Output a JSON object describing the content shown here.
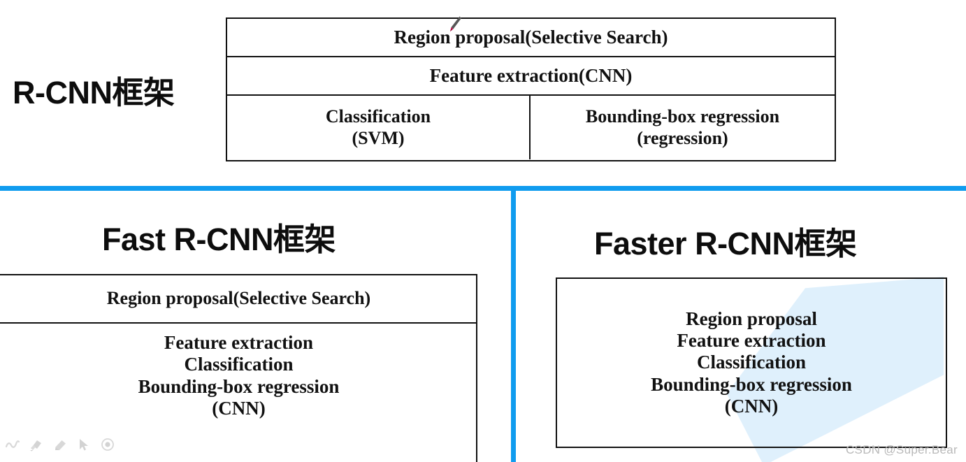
{
  "slide": {
    "background_color": "#ffffff",
    "accent_color": "#109cef",
    "watermark_color": "#b9b9b9",
    "triangle_color": "#dbeefc",
    "watermark": "CSDN @Super.Bear"
  },
  "rcnn": {
    "title": "R-CNN框架",
    "rows": [
      {
        "label": "Region proposal(Selective Search)"
      },
      {
        "label": "Feature extraction(CNN)"
      }
    ],
    "split_row": {
      "left": "Classification\n(SVM)",
      "right": "Bounding-box regression\n(regression)"
    }
  },
  "fast_rcnn": {
    "title": "Fast R-CNN框架",
    "rows": [
      {
        "label": "Region proposal(Selective Search)"
      },
      {
        "label": "Feature extraction\nClassification\nBounding-box regression\n(CNN)"
      }
    ]
  },
  "faster_rcnn": {
    "title": "Faster R-CNN框架",
    "body": "Region proposal\nFeature extraction\nClassification\nBounding-box regression\n(CNN)"
  },
  "ink_toolbar": {
    "tools": [
      {
        "name": "pen-icon"
      },
      {
        "name": "highlighter-icon"
      },
      {
        "name": "eraser-icon"
      },
      {
        "name": "pointer-arrow-icon"
      },
      {
        "name": "laser-pointer-icon"
      }
    ]
  },
  "cursor": {
    "name": "pen-annotation-cursor",
    "tip_color": "#c4104b",
    "body_color": "#4a4a4a"
  }
}
